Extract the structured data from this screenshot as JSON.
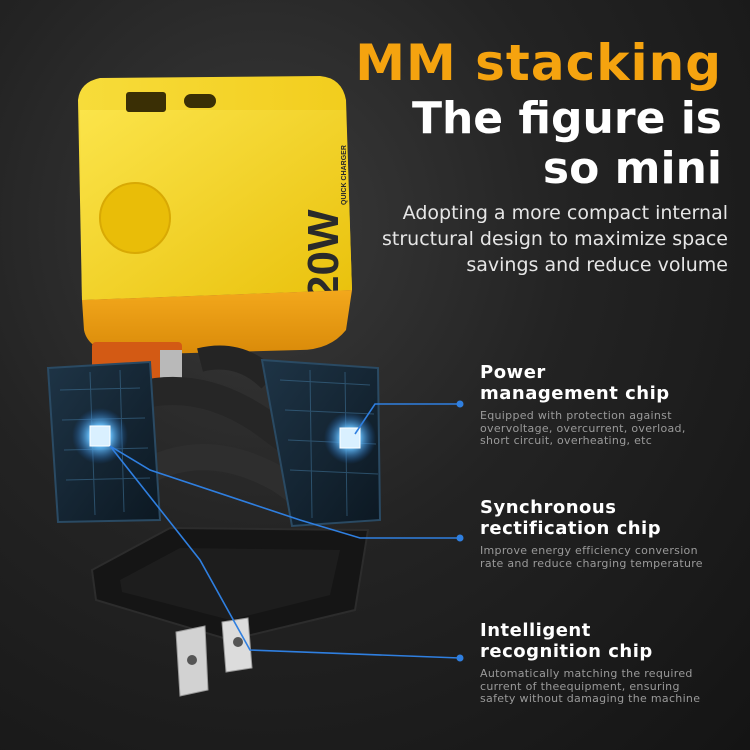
{
  "headline": {
    "line1": "MM stacking",
    "line2a": "The figure is",
    "line2b": "so mini"
  },
  "subtitle": [
    "Adopting a more compact internal",
    "structural design to maximize space",
    "savings and reduce volume"
  ],
  "features": [
    {
      "title": [
        "Power",
        "management chip"
      ],
      "desc": [
        "Equipped with protection against",
        "overvoltage, overcurrent, overload,",
        "short circuit, overheating, etc"
      ]
    },
    {
      "title": [
        "Synchronous",
        "rectification chip"
      ],
      "desc": [
        "Improve energy efficiency conversion",
        "rate and reduce charging temperature"
      ]
    },
    {
      "title": [
        "Intelligent",
        "recognition chip"
      ],
      "desc": [
        "Automatically matching the required",
        "current of theequipment, ensuring",
        "safety without damaging the machine"
      ]
    }
  ],
  "product": {
    "badge_text": "20W",
    "badge_small": "QUICK CHARGER"
  },
  "colors": {
    "accent": "#f5a30f",
    "charger": "#f6d21e",
    "line": "#2f7fe0"
  }
}
